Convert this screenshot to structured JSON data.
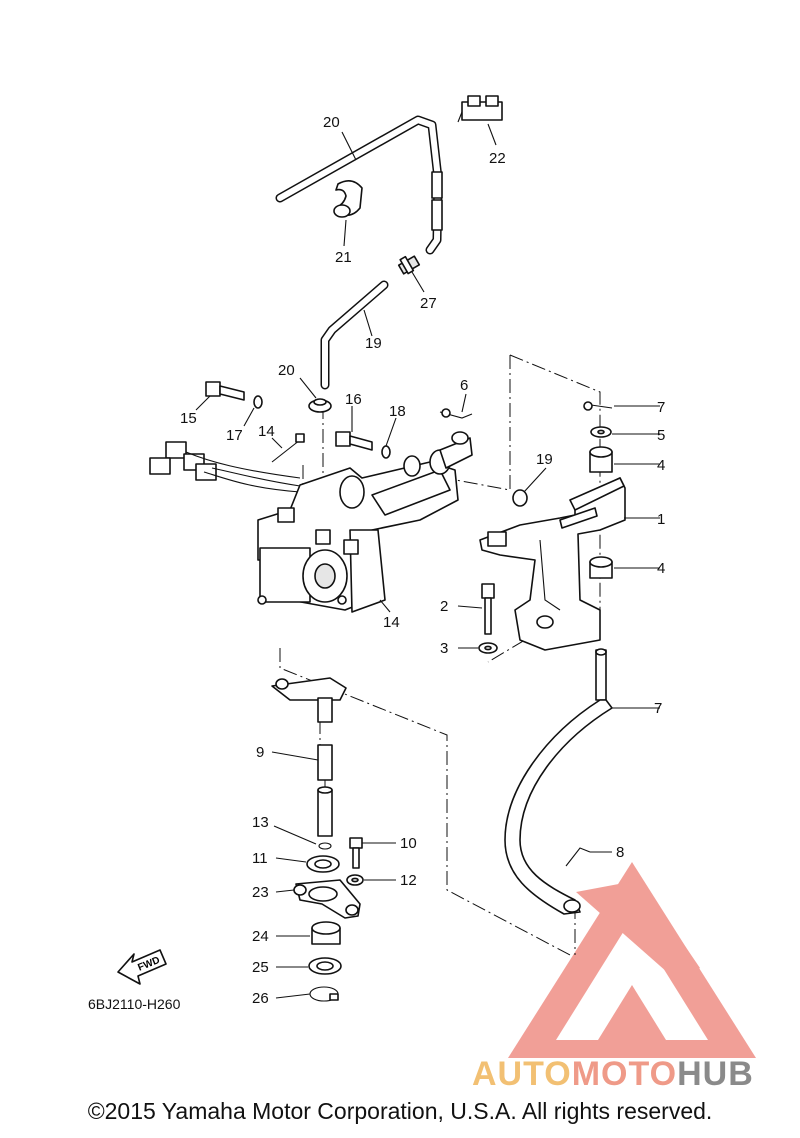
{
  "diagram": {
    "code": "6BJ2110-H260",
    "fwd_label": "FWD",
    "callouts": [
      {
        "id": "c1",
        "label": "1"
      },
      {
        "id": "c2",
        "label": "2"
      },
      {
        "id": "c3",
        "label": "3"
      },
      {
        "id": "c4a",
        "label": "4"
      },
      {
        "id": "c4b",
        "label": "4"
      },
      {
        "id": "c5",
        "label": "5"
      },
      {
        "id": "c6",
        "label": "6"
      },
      {
        "id": "c7a",
        "label": "7"
      },
      {
        "id": "c7b",
        "label": "7"
      },
      {
        "id": "c8",
        "label": "8"
      },
      {
        "id": "c9",
        "label": "9"
      },
      {
        "id": "c10",
        "label": "10"
      },
      {
        "id": "c11",
        "label": "11"
      },
      {
        "id": "c12",
        "label": "12"
      },
      {
        "id": "c13",
        "label": "13"
      },
      {
        "id": "c14a",
        "label": "14"
      },
      {
        "id": "c14b",
        "label": "14"
      },
      {
        "id": "c15",
        "label": "15"
      },
      {
        "id": "c16",
        "label": "16"
      },
      {
        "id": "c17",
        "label": "17"
      },
      {
        "id": "c18",
        "label": "18"
      },
      {
        "id": "c19a",
        "label": "19"
      },
      {
        "id": "c19b",
        "label": "19"
      },
      {
        "id": "c20a",
        "label": "20"
      },
      {
        "id": "c20b",
        "label": "20"
      },
      {
        "id": "c21",
        "label": "21"
      },
      {
        "id": "c22",
        "label": "22"
      },
      {
        "id": "c23",
        "label": "23"
      },
      {
        "id": "c24",
        "label": "24"
      },
      {
        "id": "c25",
        "label": "25"
      },
      {
        "id": "c26",
        "label": "26"
      },
      {
        "id": "c27",
        "label": "27"
      }
    ]
  },
  "watermark": {
    "part1": "AUTO",
    "part2": "MOTO",
    "part3": "HUB",
    "color_auto": "#f2c073",
    "color_moto": "#ef9a88",
    "color_hub": "#8a8a8a",
    "logo_color": "#ef8f86"
  },
  "footer": {
    "copyright": "©2015 Yamaha Motor Corporation, U.S.A. All rights reserved."
  }
}
